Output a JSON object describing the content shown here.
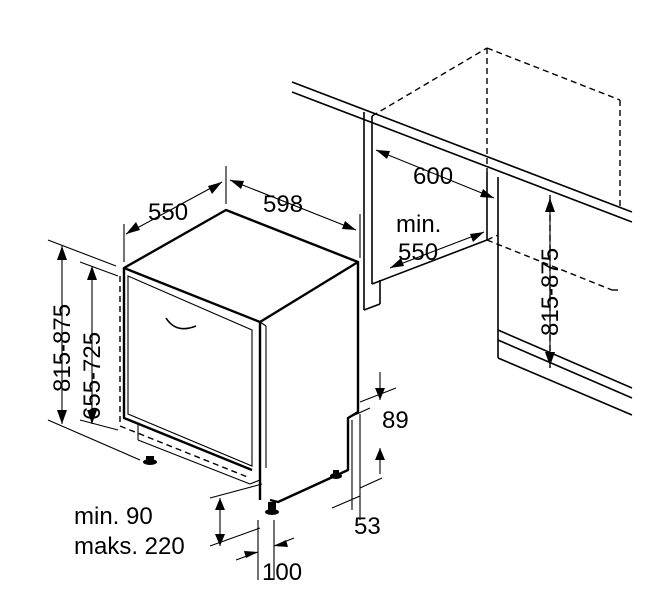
{
  "labels": {
    "depth": "550",
    "width": "598",
    "niche_depth": "600",
    "niche_min_label": "min.",
    "niche_min_value": "550",
    "height_range": "815-875",
    "door_height_range": "655-725",
    "niche_height_range": "815-875",
    "plinth_value": "89",
    "foot_value": "53",
    "plinth_min": "min. 90",
    "plinth_max": "maks. 220",
    "foot_depth": "100"
  }
}
